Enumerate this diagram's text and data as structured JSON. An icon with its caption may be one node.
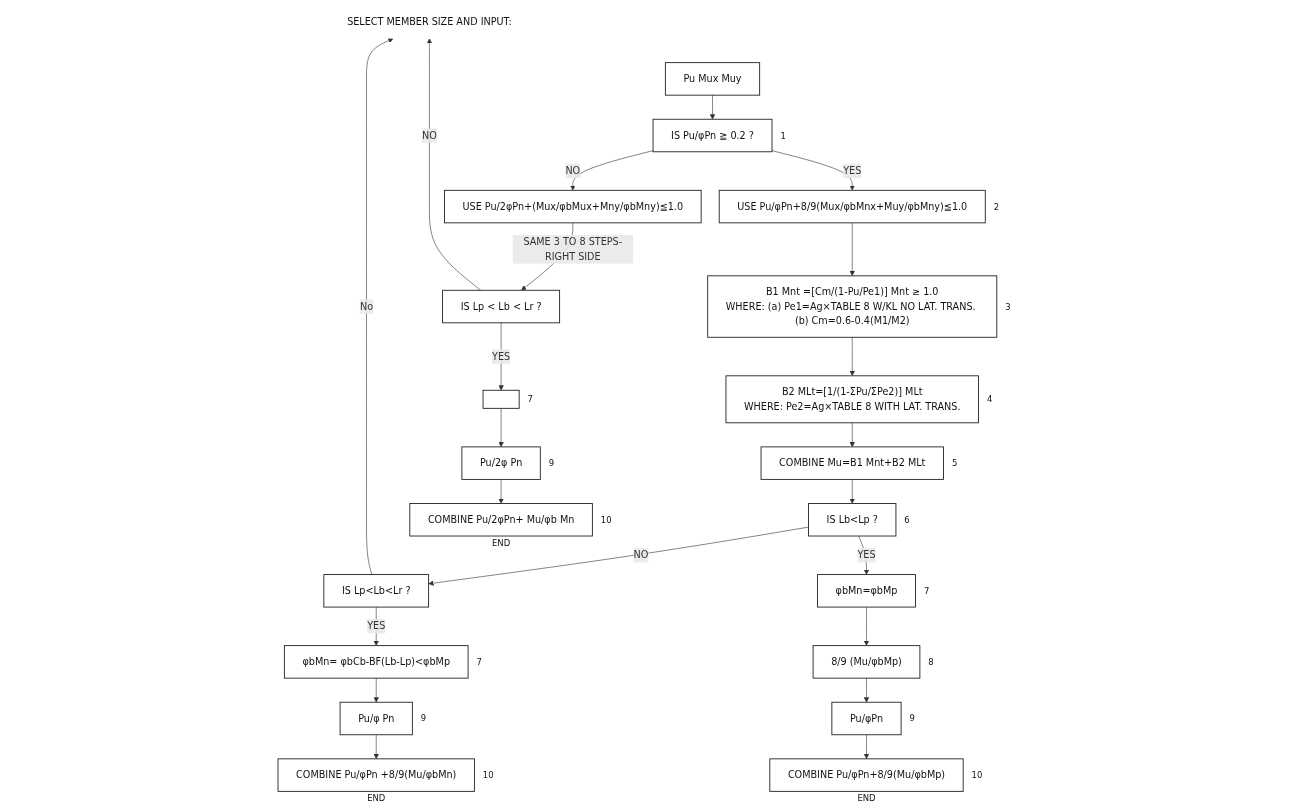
{
  "diagram": {
    "nodes": [
      {
        "text": [
          "SELECT MEMBER SIZE AND INPUT:"
        ]
      },
      {
        "text": [
          "Pu Mux Muy"
        ]
      },
      {
        "text": [
          "USE Pu/2φPn+(Mux/φbMux+Mny/φbMny)≦1.0"
        ]
      },
      {
        "text": [
          "IS Pu/φPn ≧ 0.2 ?"
        ],
        "beside": [
          "1"
        ]
      },
      {
        "text": [
          "USE Pu/φPn+8/9(Mux/φbMnx+Muy/φbMny)≦1.0"
        ],
        "beside": [
          "2"
        ]
      },
      {
        "text": [
          "B1 Mnt =[Cm/(1-Pu/Pe1)] Mnt ≥ 1.0",
          "WHERE: (a) Pe1=Ag×TABLE 8 W/KL NO LAT. TRANS. (b) Cm=0.6-0.4(M1/M2)"
        ],
        "beside": [
          "3"
        ]
      },
      {
        "text": [
          "B2 MLt=[1/(1-ΣPu/ΣPe2)] MLt",
          "WHERE: Pe2=Ag×TABLE 8 WITH LAT. TRANS."
        ],
        "beside": [
          "4"
        ]
      },
      {
        "text": [
          "COMBINE Mu=B1 Mnt+B2 MLt"
        ],
        "beside": [
          "5"
        ]
      },
      {
        "text": [
          "IS Lp < Lb < Lr ?"
        ]
      },
      {
        "text": [
          "IS Lp<Lb<Lr ?"
        ]
      },
      {
        "text": [
          "IS Lb<Lp ?"
        ],
        "beside": [
          "6"
        ]
      },
      {
        "text": [
          "φbMn=φbMp"
        ],
        "beside": [
          "7"
        ]
      },
      {
        "text": [],
        "shape": "box",
        "beside": [
          "7"
        ]
      },
      {
        "text": [
          "φbMn= φbCb-BF(Lb-Lp)<φbMp"
        ],
        "beside": [
          "7"
        ]
      },
      {
        "text": [
          "8/9 (Mu/φbMp)"
        ],
        "beside": [
          "8"
        ]
      },
      {
        "text": [
          "Pu/2φ Pn"
        ],
        "beside": [
          "9"
        ]
      },
      {
        "text": [
          "Pu/φ Pn"
        ],
        "beside": [
          "9"
        ]
      },
      {
        "text": [
          "Pu/φPn"
        ],
        "beside": [
          "9"
        ]
      },
      {
        "text": [
          "COMBINE Pu/2φPn+ Mu/φb Mn"
        ],
        "beside": [
          "10",
          "END"
        ]
      },
      {
        "text": [
          "COMBINE Pu/φPn +8/9(Mu/φbMn)"
        ],
        "beside": [
          "10",
          "END"
        ]
      },
      {
        "text": [
          "COMBINE Pu/φPn+8/9(Mu/φbMp)"
        ],
        "beside": [
          "10",
          "END"
        ]
      }
    ],
    "edges": [
      {
        "from": 1,
        "to": 3,
        "arrow": "to"
      },
      {
        "from": 3,
        "to": 2,
        "arrow": "to",
        "label": "NO"
      },
      {
        "from": 3,
        "to": 4,
        "arrow": "to",
        "label": "YES"
      },
      {
        "from": 4,
        "to": 5,
        "arrow": "to"
      },
      {
        "from": 5,
        "to": 6,
        "arrow": "to"
      },
      {
        "from": 6,
        "to": 7,
        "arrow": "to"
      },
      {
        "from": 7,
        "to": 10,
        "arrow": "to"
      },
      {
        "from": 10,
        "to": 9,
        "arrow": "to",
        "label": "NO"
      },
      {
        "from": 10,
        "to": 11,
        "arrow": "to",
        "label": "YES"
      },
      {
        "from": 9,
        "to": 0,
        "arrow": "to",
        "label": "No"
      },
      {
        "from": 2,
        "to": 8,
        "arrow": "to",
        "label": "SAME 3 TO 8 STEPS-RIGHT SIDE"
      },
      {
        "from": 8,
        "to": 0,
        "arrow": "to",
        "label": "NO"
      },
      {
        "from": 8,
        "to": 12,
        "arrow": "to",
        "label": "YES"
      },
      {
        "from": 12,
        "to": 15,
        "arrow": "to"
      },
      {
        "from": 15,
        "to": 18,
        "arrow": "to"
      },
      {
        "from": 9,
        "to": 13,
        "arrow": "to",
        "label": "YES"
      },
      {
        "from": 13,
        "to": 16,
        "arrow": "to"
      },
      {
        "from": 16,
        "to": 19,
        "arrow": "to"
      },
      {
        "from": 11,
        "to": 14,
        "arrow": "to"
      },
      {
        "from": 14,
        "to": 17,
        "arrow": "to"
      },
      {
        "from": 17,
        "to": 20,
        "arrow": "to"
      }
    ]
  }
}
